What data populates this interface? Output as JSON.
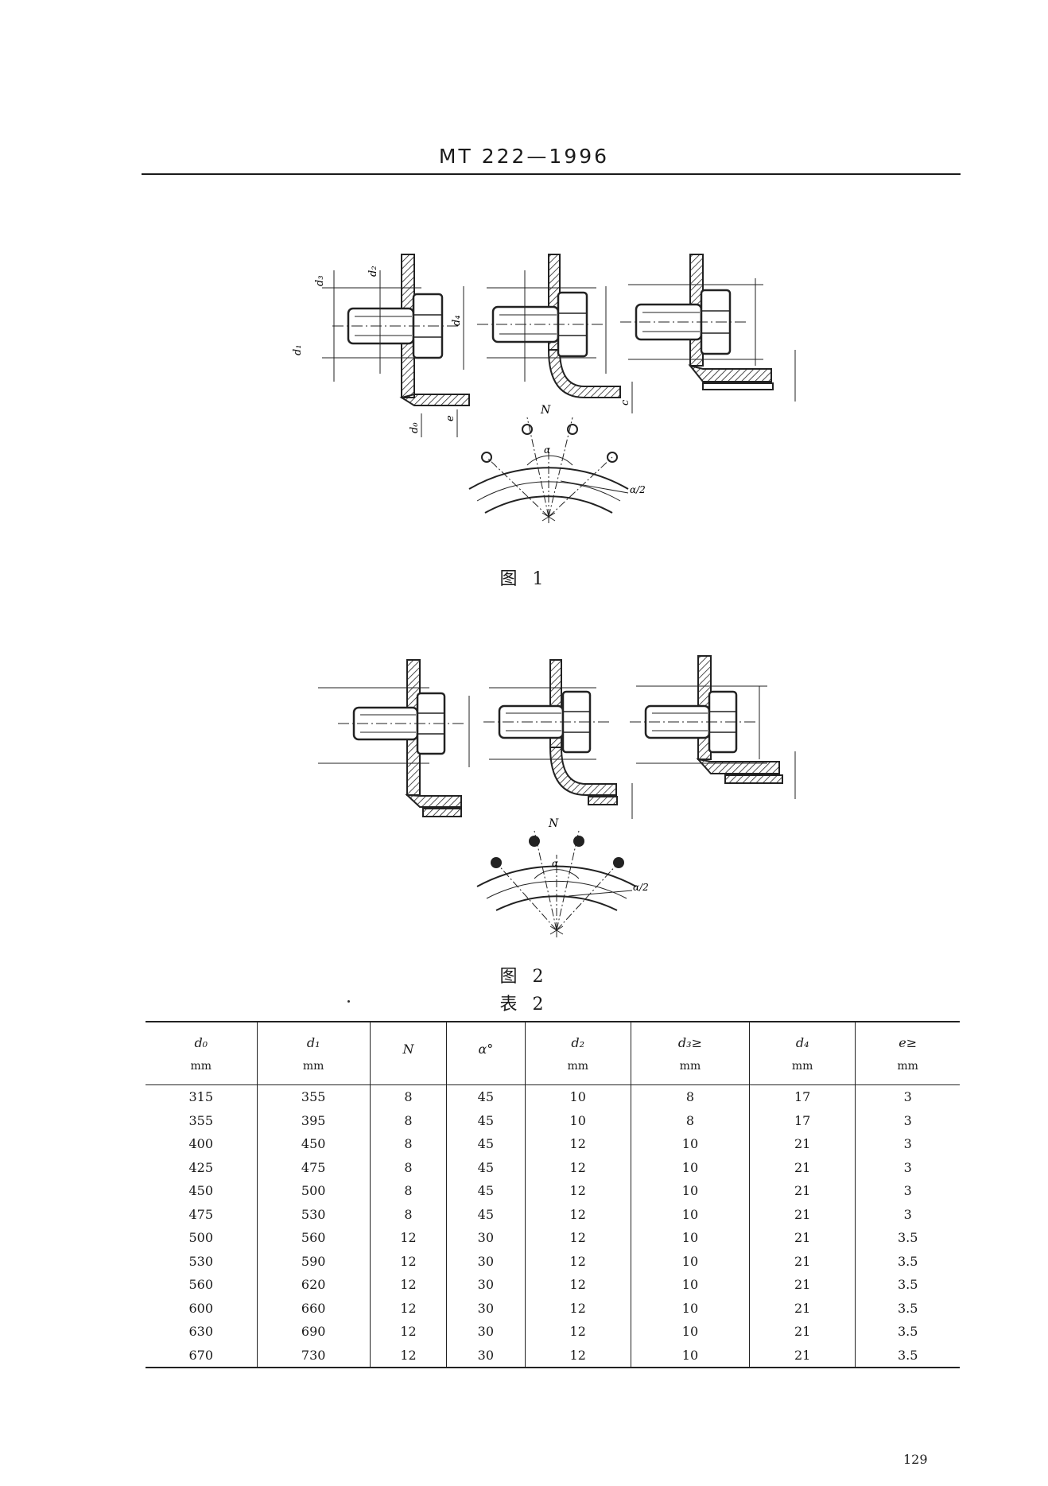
{
  "header": {
    "code": "MT 222—1996"
  },
  "figures": [
    {
      "caption": "图 1"
    },
    {
      "caption": "图 2"
    }
  ],
  "fig_labels": {
    "d0": "d₀",
    "d1": "d₁",
    "d2": "d₂",
    "d3": "d₃",
    "d4": "d₄",
    "e": "e",
    "c": "c",
    "N": "N",
    "alpha": "α",
    "alpha_half": "α/2"
  },
  "table": {
    "caption": "表 2",
    "columns": [
      {
        "symbol": "d₀",
        "unit": "mm"
      },
      {
        "symbol": "d₁",
        "unit": "mm"
      },
      {
        "symbol": "N",
        "unit": ""
      },
      {
        "symbol": "α°",
        "unit": ""
      },
      {
        "symbol": "d₂",
        "unit": "mm"
      },
      {
        "symbol": "d₃≥",
        "unit": "mm"
      },
      {
        "symbol": "d₄",
        "unit": "mm"
      },
      {
        "symbol": "e≥",
        "unit": "mm"
      }
    ],
    "rows": [
      [
        "315",
        "355",
        "8",
        "45",
        "10",
        "8",
        "17",
        "3"
      ],
      [
        "355",
        "395",
        "8",
        "45",
        "10",
        "8",
        "17",
        "3"
      ],
      [
        "400",
        "450",
        "8",
        "45",
        "12",
        "10",
        "21",
        "3"
      ],
      [
        "425",
        "475",
        "8",
        "45",
        "12",
        "10",
        "21",
        "3"
      ],
      [
        "450",
        "500",
        "8",
        "45",
        "12",
        "10",
        "21",
        "3"
      ],
      [
        "475",
        "530",
        "8",
        "45",
        "12",
        "10",
        "21",
        "3"
      ],
      [
        "500",
        "560",
        "12",
        "30",
        "12",
        "10",
        "21",
        "3.5"
      ],
      [
        "530",
        "590",
        "12",
        "30",
        "12",
        "10",
        "21",
        "3.5"
      ],
      [
        "560",
        "620",
        "12",
        "30",
        "12",
        "10",
        "21",
        "3.5"
      ],
      [
        "600",
        "660",
        "12",
        "30",
        "12",
        "10",
        "21",
        "3.5"
      ],
      [
        "630",
        "690",
        "12",
        "30",
        "12",
        "10",
        "21",
        "3.5"
      ],
      [
        "670",
        "730",
        "12",
        "30",
        "12",
        "10",
        "21",
        "3.5"
      ]
    ]
  },
  "page_number": "129"
}
